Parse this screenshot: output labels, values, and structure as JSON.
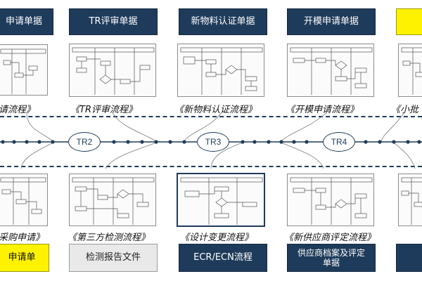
{
  "top_row": [
    {
      "title": "申请单据",
      "caption": "请流程》",
      "style": "dark"
    },
    {
      "title": "TR评审单据",
      "caption": "《TR评审流程》",
      "style": "dark"
    },
    {
      "title": "新物料认证单据",
      "caption": "《新物料认证流程》",
      "style": "dark"
    },
    {
      "title": "开模申请单据",
      "caption": "《开模申请流程》",
      "style": "dark"
    },
    {
      "title": "",
      "caption": "《小批",
      "style": "yellow"
    }
  ],
  "milestones": [
    "TR2",
    "TR3",
    "TR4"
  ],
  "bottom_row": [
    {
      "title": "申请单",
      "caption": "采购申请》",
      "style": "yellow"
    },
    {
      "title": "检测报告文件",
      "caption": "《第三方检测流程》",
      "style": "gray"
    },
    {
      "title": "ECR/ECN流程",
      "caption": "《设计变更流程》",
      "style": "dark"
    },
    {
      "title": "供应商档案及评定\n单据",
      "caption": "《新供应商评定流程》",
      "style": "dark"
    },
    {
      "title": "",
      "caption": "",
      "style": "dark"
    }
  ],
  "colors": {
    "navy": "#1f3b5b",
    "yellow": "#fff200",
    "gray": "#e9e9e9"
  }
}
